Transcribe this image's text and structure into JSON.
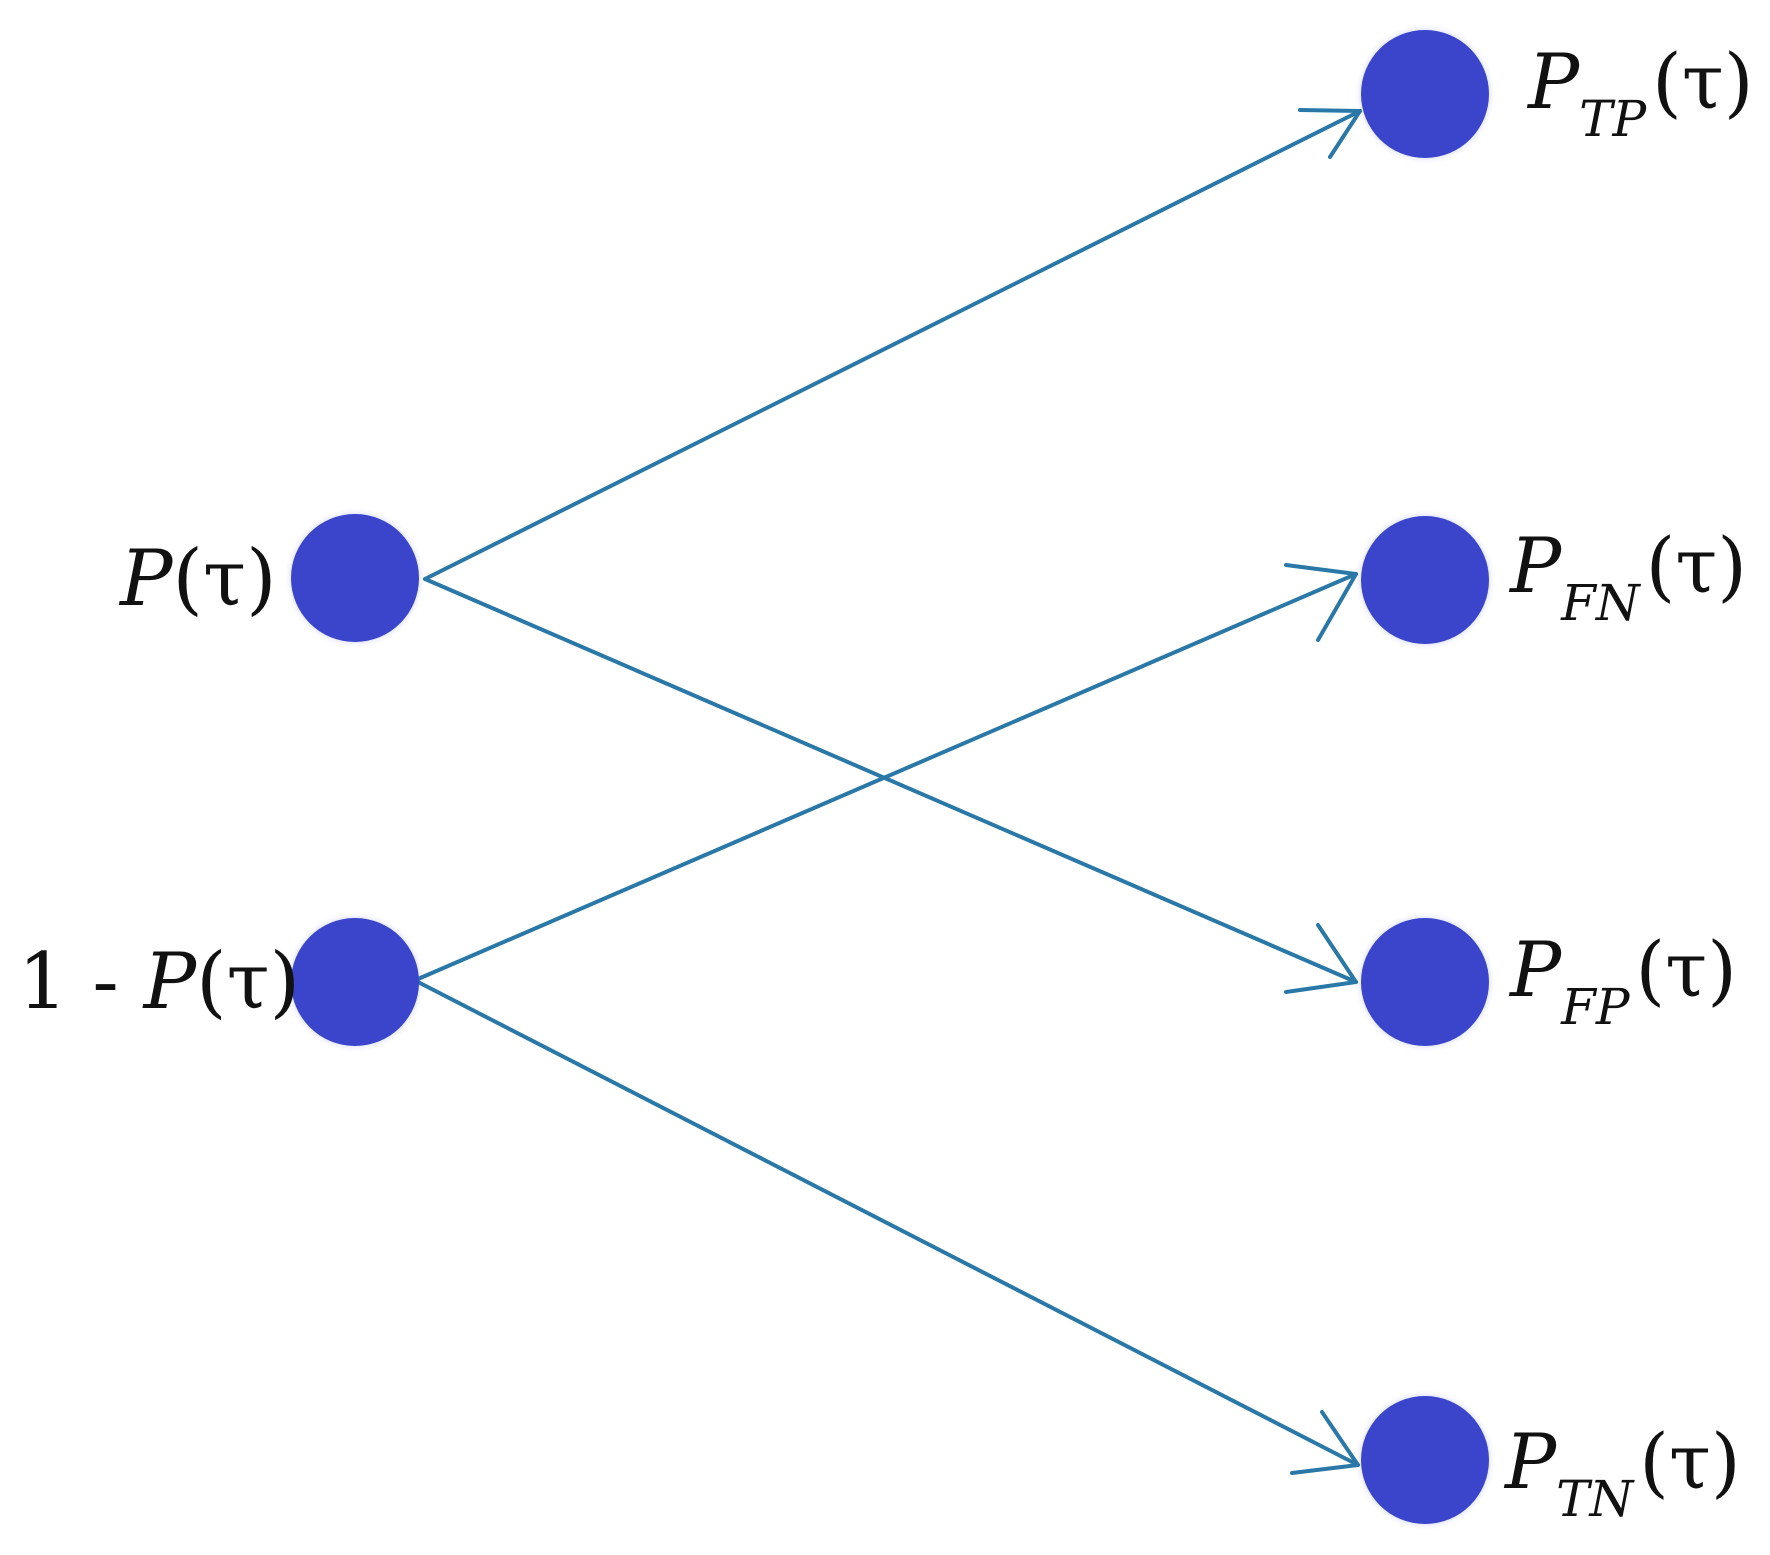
{
  "colors": {
    "node_fill": "#3a45cc",
    "edge_stroke": "#2a78a8",
    "text": "#111111"
  },
  "nodes": {
    "source_positive": {
      "symbol": "P",
      "open": "(",
      "tau": "τ",
      "close": ")"
    },
    "source_negative": {
      "prefix": "1 - ",
      "symbol": "P",
      "open": "(",
      "tau": "τ",
      "close": ")"
    },
    "tp": {
      "symbol": "P",
      "subscript": "TP",
      "open": "(",
      "tau": "τ",
      "close": ")"
    },
    "fn": {
      "symbol": "P",
      "subscript": "FN",
      "open": "(",
      "tau": "τ",
      "close": ")"
    },
    "fp": {
      "symbol": "P",
      "subscript": "FP",
      "open": "(",
      "tau": "τ",
      "close": ")"
    },
    "tn": {
      "symbol": "P",
      "subscript": "TN",
      "open": "(",
      "tau": "τ",
      "close": ")"
    }
  },
  "edges": [
    {
      "from": "source_positive",
      "to": "tp"
    },
    {
      "from": "source_positive",
      "to": "fp"
    },
    {
      "from": "source_negative",
      "to": "fn"
    },
    {
      "from": "source_negative",
      "to": "tn"
    }
  ]
}
